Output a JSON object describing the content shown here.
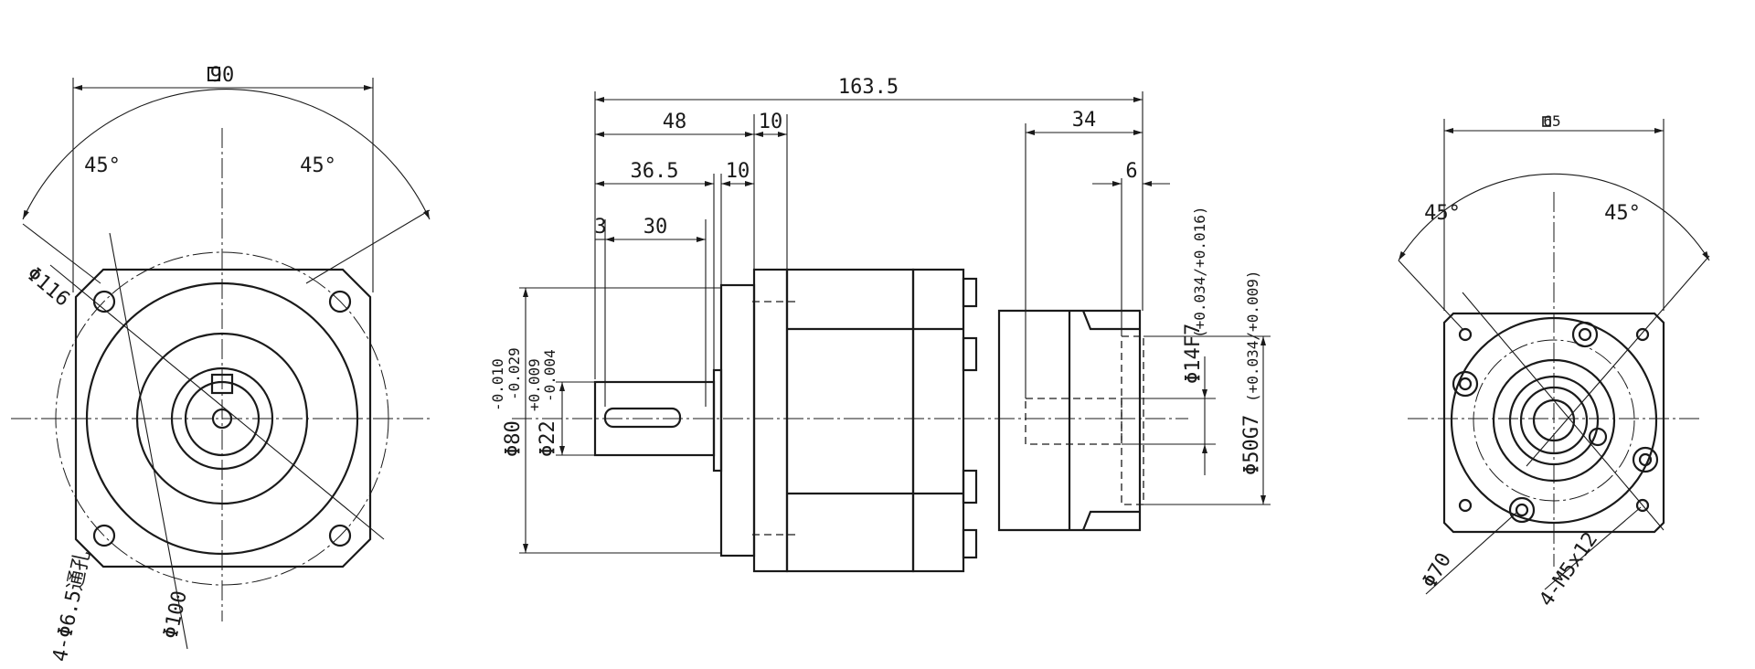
{
  "views": {
    "front_flange": {
      "square": "90",
      "angle_left": "45°",
      "angle_right": "45°",
      "bolt_circle": "Φ116",
      "holes": "4-Φ6.5通孔",
      "pilot": "Φ100"
    },
    "side": {
      "overall_length": "163.5",
      "shaft_total": "48",
      "flange_thickness": "10",
      "shaft_length": "36.5",
      "spigot": "10",
      "shoulder": "3",
      "key_length": "30",
      "motor_adapter": "34",
      "adapter_step": "6",
      "pilot_dia": "Φ80",
      "pilot_tol_upper": "-0.010",
      "pilot_tol_lower": "-0.029",
      "shaft_dia": "Φ22",
      "shaft_tol_upper": "+0.009",
      "shaft_tol_lower": "-0.004",
      "bore_dia": "Φ14F7",
      "bore_tol": "(+0.034/+0.016)",
      "spigot_dia": "Φ50G7",
      "spigot_tol": "(+0.034/+0.009)"
    },
    "motor_flange": {
      "square": "65",
      "angle_left": "45°",
      "angle_right": "45°",
      "bolt_circle": "Φ70",
      "threads": "4-M5x12"
    }
  }
}
